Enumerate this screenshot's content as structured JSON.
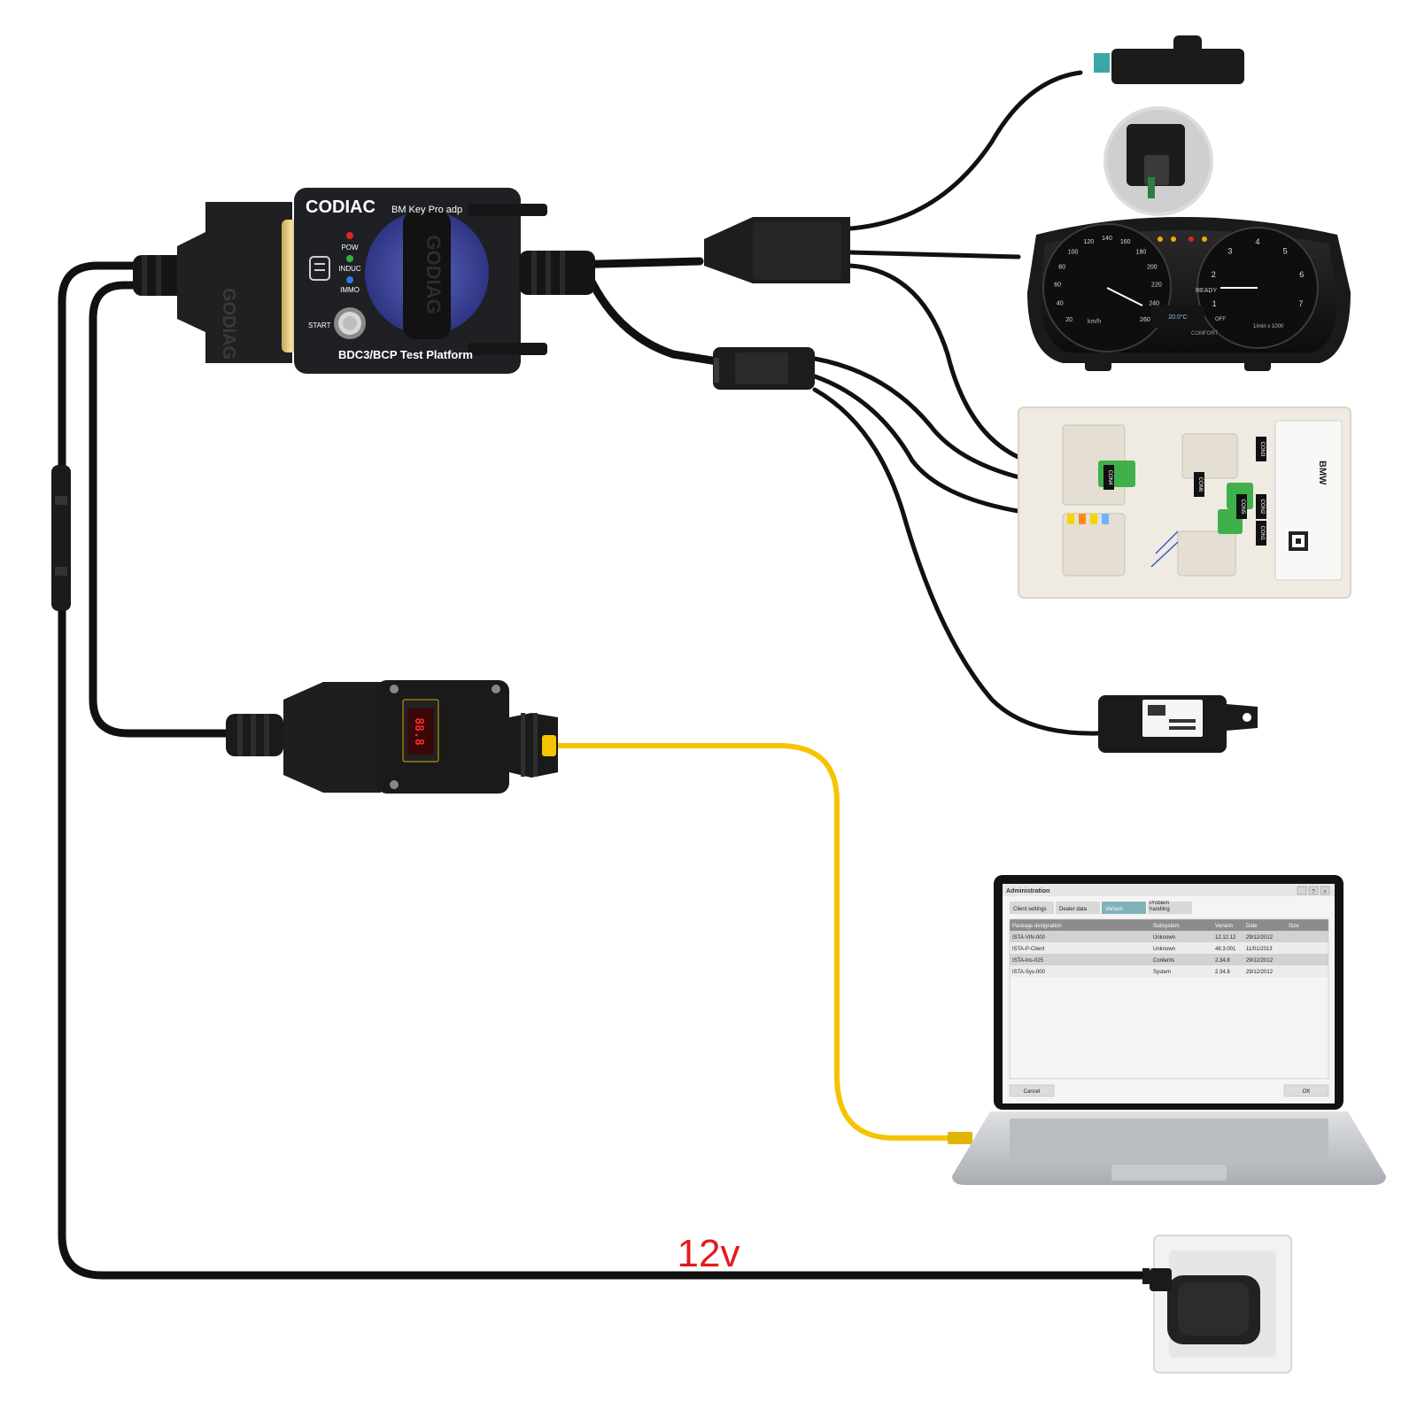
{
  "adapter": {
    "brand": "CODIAC",
    "model": "BM Key Pro adp",
    "platform": "BDC3/BCP Test Platform",
    "leds": [
      "POW",
      "INDUC",
      "IMMO"
    ],
    "start_label": "START",
    "body_brand": "GODIAG"
  },
  "obd_cable": {
    "display_value": "88.8"
  },
  "cluster": {
    "speed_ticks": [
      "20",
      "40",
      "60",
      "80",
      "100",
      "120",
      "140",
      "160",
      "180",
      "200",
      "220",
      "240",
      "260"
    ],
    "rpm_ticks": [
      "1",
      "2",
      "3",
      "4",
      "5",
      "6",
      "7"
    ],
    "units": "km/h",
    "rpm_units": "1/min x 1000",
    "temp": "20.0°C",
    "ready": "READY",
    "comfort": "COMFORT",
    "off": "OFF"
  },
  "bdc": {
    "brand": "BMW",
    "connector_labels": [
      "CON4",
      "CON6",
      "CON5",
      "CON3",
      "CON2",
      "CON1"
    ]
  },
  "laptop": {
    "window_title": "Administration",
    "tabs": [
      "Client settings",
      "Dealer data",
      "Version",
      "Problem handling"
    ],
    "active_tab": "Version",
    "columns": [
      "Package designation",
      "Subsystem",
      "Version",
      "Date",
      "Size"
    ],
    "rows": [
      [
        "ISTA-VIN-000",
        "Unknown",
        "12.12.12",
        "29/12/2012",
        ""
      ],
      [
        "ISTA-P-Client",
        "Unknown",
        "48.3.001",
        "11/01/2013",
        ""
      ],
      [
        "ISTA-Ins-025",
        "Contents",
        "2.34.8",
        "29/12/2012",
        ""
      ],
      [
        "ISTA-Sys-000",
        "System",
        "2.34.8",
        "29/12/2012",
        ""
      ]
    ],
    "cancel_label": "Cancel",
    "ok_label": "OK"
  },
  "power": {
    "label": "12v"
  },
  "colors": {
    "cable": "#111111",
    "usb_cable": "#f5c400",
    "power_label": "#e31b1b",
    "bdc_housing": "#efebe2",
    "connector_green": "#3fb04a",
    "laptop_body": "#c9ccd0",
    "tab_active": "#7fb3b9"
  }
}
